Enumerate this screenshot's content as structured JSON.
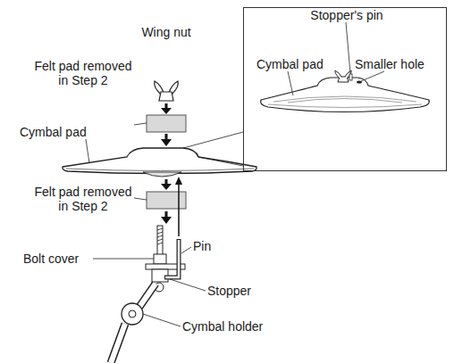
{
  "diagram": {
    "nodes": [
      {
        "text": [
          "Stopper's pin",
          "Cymbal pad",
          "Smaller hole"
        ]
      }
    ],
    "labels": [
      "Wing nut",
      "Felt pad removed in Step 2",
      "Cymbal pad",
      "Felt pad removed in Step 2",
      "Bolt cover",
      "Pin",
      "Stopper",
      "Cymbal holder"
    ]
  }
}
